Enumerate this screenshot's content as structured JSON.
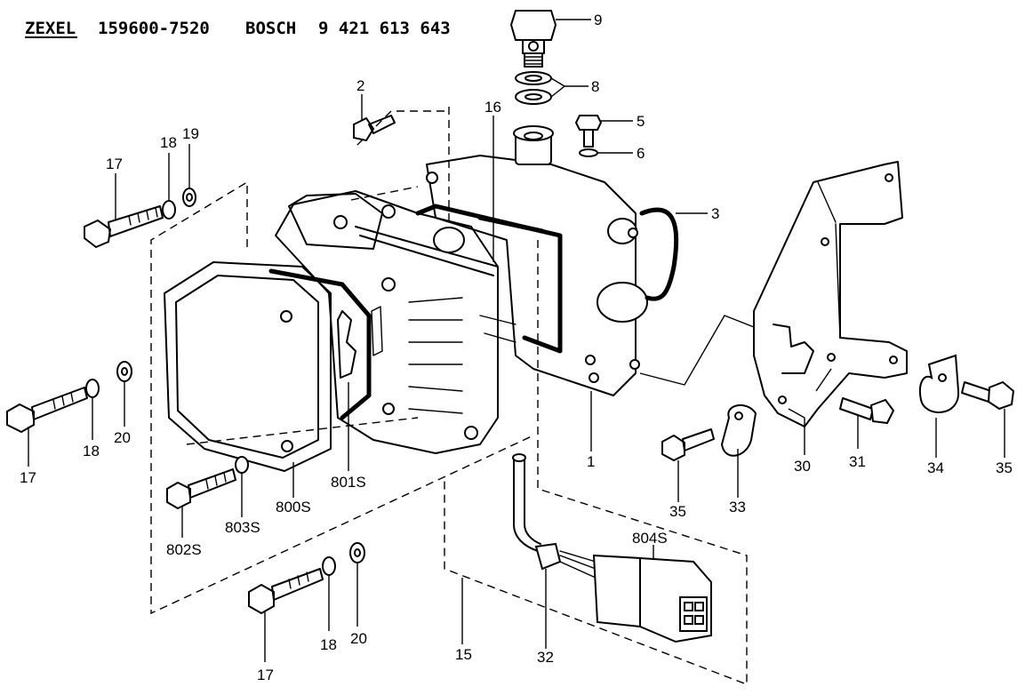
{
  "header": {
    "maker": "ZEXEL",
    "part_number": "159600-7520",
    "brand": "BOSCH",
    "bosch_number": "9 421 613 643"
  },
  "callouts": [
    {
      "id": "c9",
      "text": "9"
    },
    {
      "id": "c8",
      "text": "8"
    },
    {
      "id": "c5",
      "text": "5"
    },
    {
      "id": "c6",
      "text": "6"
    },
    {
      "id": "c3",
      "text": "3"
    },
    {
      "id": "c2",
      "text": "2"
    },
    {
      "id": "c16",
      "text": "16"
    },
    {
      "id": "c17a",
      "text": "17"
    },
    {
      "id": "c18a",
      "text": "18"
    },
    {
      "id": "c19",
      "text": "19"
    },
    {
      "id": "c17b",
      "text": "17"
    },
    {
      "id": "c18b",
      "text": "18"
    },
    {
      "id": "c20a",
      "text": "20"
    },
    {
      "id": "c802s",
      "text": "802S"
    },
    {
      "id": "c803s",
      "text": "803S"
    },
    {
      "id": "c800s",
      "text": "800S"
    },
    {
      "id": "c801s",
      "text": "801S"
    },
    {
      "id": "c1",
      "text": "1"
    },
    {
      "id": "c17c",
      "text": "17"
    },
    {
      "id": "c18c",
      "text": "18"
    },
    {
      "id": "c20b",
      "text": "20"
    },
    {
      "id": "c15",
      "text": "15"
    },
    {
      "id": "c32",
      "text": "32"
    },
    {
      "id": "c804s",
      "text": "804S"
    },
    {
      "id": "c35a",
      "text": "35"
    },
    {
      "id": "c33",
      "text": "33"
    },
    {
      "id": "c30",
      "text": "30"
    },
    {
      "id": "c31",
      "text": "31"
    },
    {
      "id": "c34",
      "text": "34"
    },
    {
      "id": "c35b",
      "text": "35"
    }
  ]
}
